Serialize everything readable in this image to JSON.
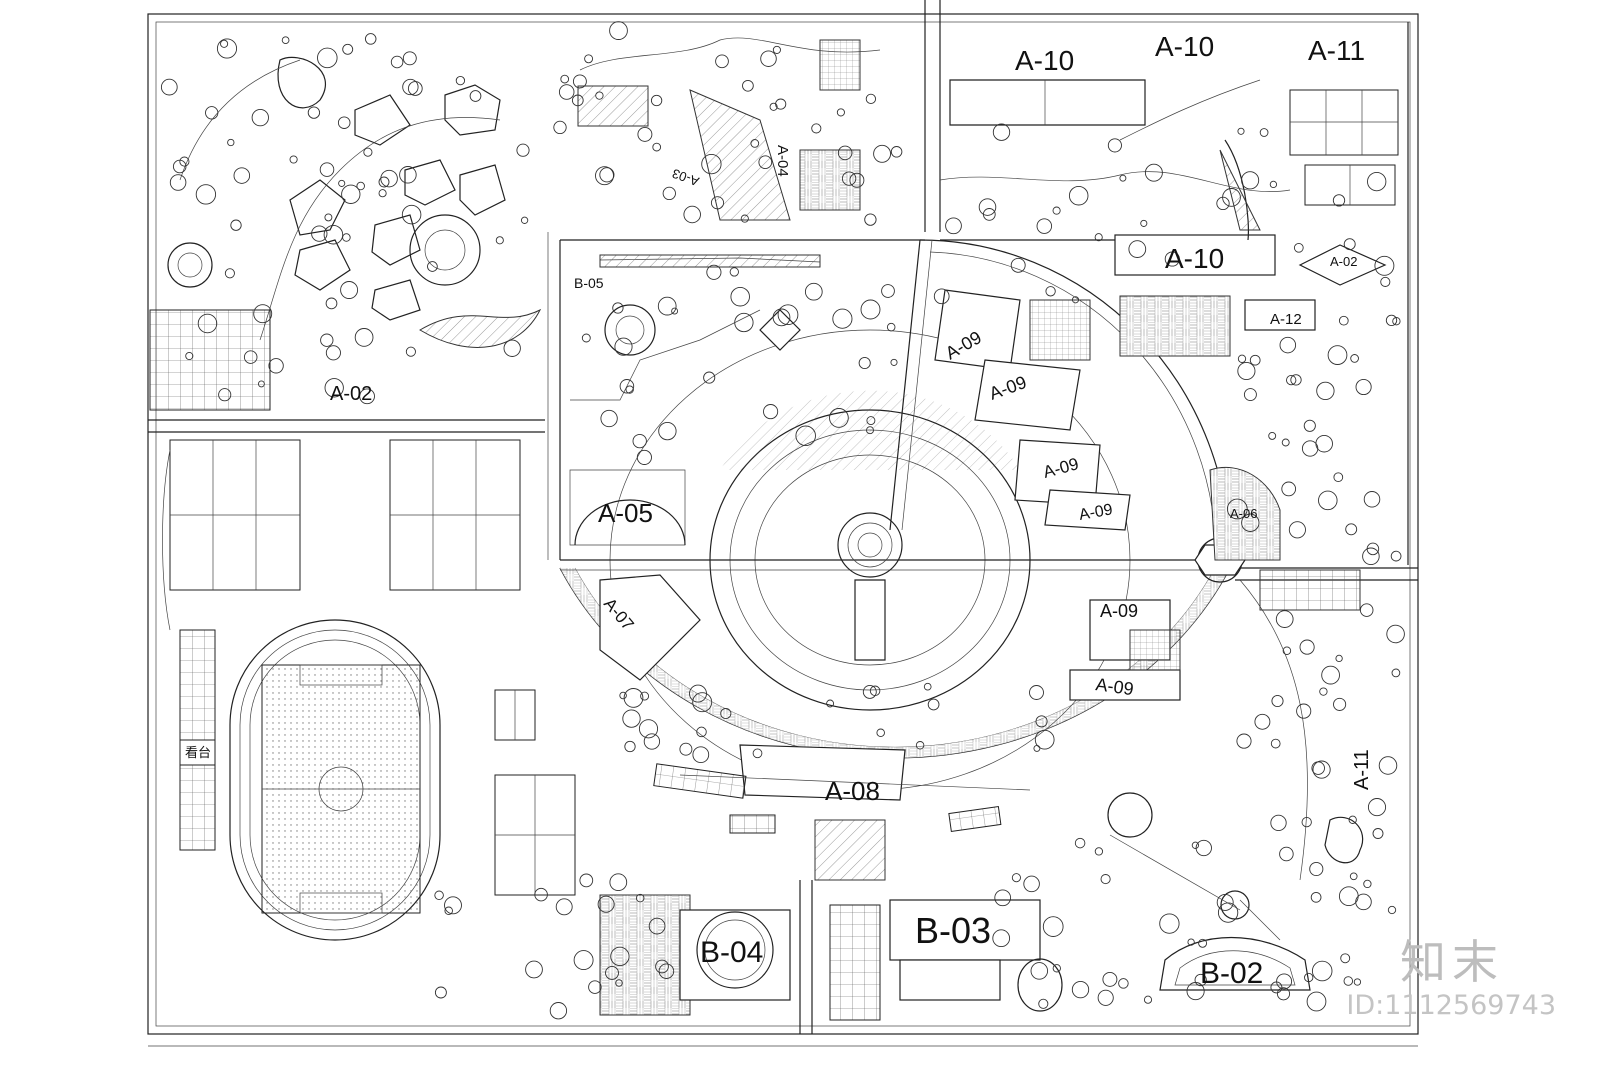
{
  "labels": {
    "a10_left": "A-10",
    "a10_mid": "A-10",
    "a10_lower": "A-10",
    "a11_top": "A-11",
    "a11_right": "A-11",
    "a02_left": "A-02",
    "a02_right": "A-02",
    "a12": "A-12",
    "a04": "A-04",
    "a03": "A-03",
    "b05": "B-05",
    "a05": "A-05",
    "a06": "A-06",
    "a07": "A-07",
    "a08": "A-08",
    "a09_1": "A-09",
    "a09_2": "A-09",
    "a09_3": "A-09",
    "a09_4": "A-09",
    "a09_5": "A-09",
    "a09_6": "A-09",
    "b02": "B-02",
    "b03": "B-03",
    "b04": "B-04",
    "stand": "看台"
  },
  "watermark": {
    "brand": "知末",
    "id": "ID:1112569743"
  }
}
